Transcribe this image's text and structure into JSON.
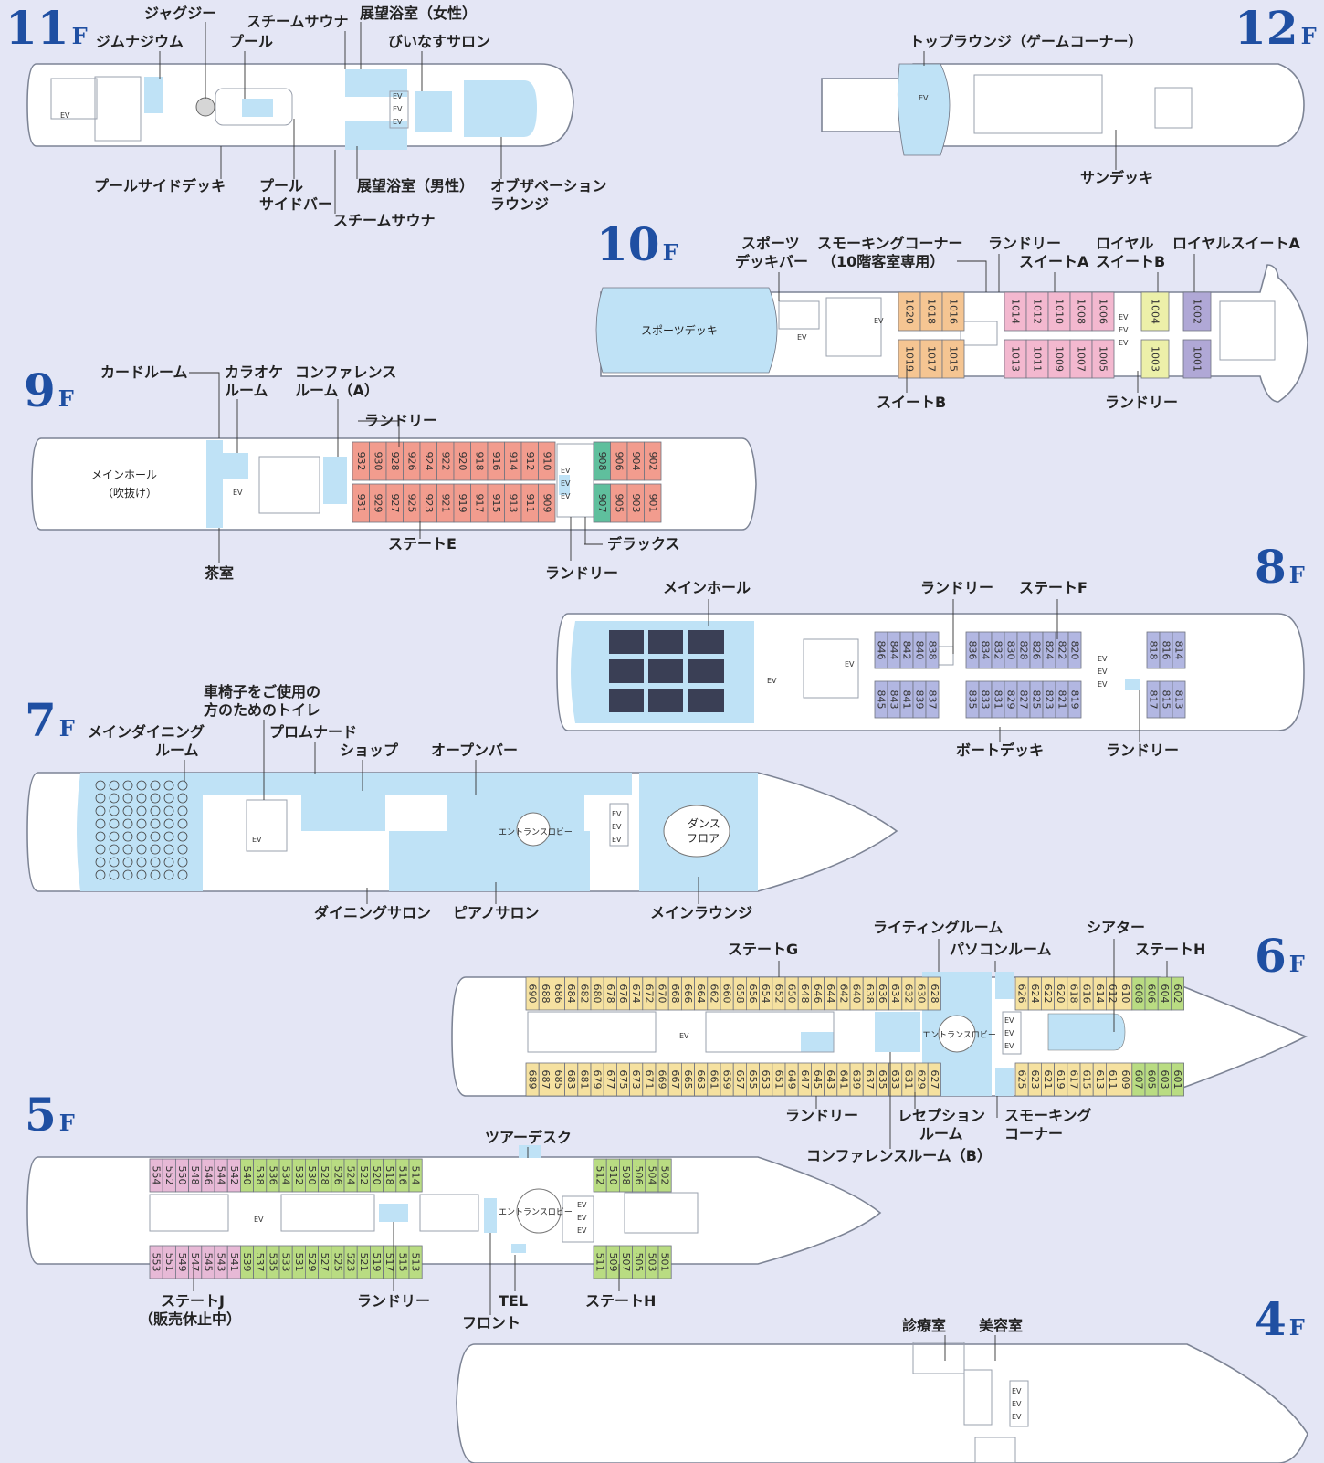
{
  "floors": [
    {
      "id": "11",
      "num": "11",
      "unit": "F",
      "labels": [
        {
          "t": "ジャグジー"
        },
        {
          "t": "ジムナジウム"
        },
        {
          "t": "プール"
        },
        {
          "t": "スチームサウナ"
        },
        {
          "t": "展望浴室（女性）"
        },
        {
          "t": "びいなすサロン"
        },
        {
          "t": "プールサイドデッキ"
        },
        {
          "t": "プール"
        },
        {
          "t": "サイドバー"
        },
        {
          "t": "展望浴室（男性）"
        },
        {
          "t": "スチームサウナ"
        },
        {
          "t": "オブザベーション"
        },
        {
          "t": "ラウンジ"
        }
      ]
    },
    {
      "id": "12",
      "num": "12",
      "unit": "F",
      "labels": [
        {
          "t": "トップラウンジ（ゲームコーナー）"
        },
        {
          "t": "サンデッキ"
        }
      ]
    },
    {
      "id": "10",
      "num": "10",
      "unit": "F",
      "labels": [
        {
          "t": "スポーツ"
        },
        {
          "t": "デッキバー"
        },
        {
          "t": "スモーキングコーナー"
        },
        {
          "t": "（10階客室専用）"
        },
        {
          "t": "ランドリー"
        },
        {
          "t": "スイートA"
        },
        {
          "t": "ロイヤル"
        },
        {
          "t": "スイートB"
        },
        {
          "t": "ロイヤルスイートA"
        },
        {
          "t": "スポーツデッキ"
        },
        {
          "t": "スイートB"
        },
        {
          "t": "ランドリー"
        }
      ]
    },
    {
      "id": "9",
      "num": "9",
      "unit": "F",
      "labels": [
        {
          "t": "カードルーム"
        },
        {
          "t": "カラオケ"
        },
        {
          "t": "ルーム"
        },
        {
          "t": "コンファレンス"
        },
        {
          "t": "ルーム（A）"
        },
        {
          "t": "ランドリー"
        },
        {
          "t": "メインホール"
        },
        {
          "t": "（吹抜け）"
        },
        {
          "t": "ステートE"
        },
        {
          "t": "デラックス"
        },
        {
          "t": "茶室"
        },
        {
          "t": "ランドリー"
        }
      ]
    },
    {
      "id": "8",
      "num": "8",
      "unit": "F",
      "labels": [
        {
          "t": "メインホール"
        },
        {
          "t": "ランドリー"
        },
        {
          "t": "ステートF"
        },
        {
          "t": "ボートデッキ"
        },
        {
          "t": "ランドリー"
        }
      ]
    },
    {
      "id": "7",
      "num": "7",
      "unit": "F",
      "labels": [
        {
          "t": "車椅子をご使用の"
        },
        {
          "t": "方のためのトイレ"
        },
        {
          "t": "メインダイニング"
        },
        {
          "t": "ルーム"
        },
        {
          "t": "プロムナード"
        },
        {
          "t": "ショップ"
        },
        {
          "t": "オープンバー"
        },
        {
          "t": "エントランスロビー"
        },
        {
          "t": "ダンス"
        },
        {
          "t": "フロア"
        },
        {
          "t": "ダイニングサロン"
        },
        {
          "t": "ピアノサロン"
        },
        {
          "t": "メインラウンジ"
        }
      ]
    },
    {
      "id": "6",
      "num": "6",
      "unit": "F",
      "labels": [
        {
          "t": "ライティングルーム"
        },
        {
          "t": "シアター"
        },
        {
          "t": "ステートG"
        },
        {
          "t": "パソコンルーム"
        },
        {
          "t": "ステートH"
        },
        {
          "t": "エントランスロビー"
        },
        {
          "t": "ランドリー"
        },
        {
          "t": "レセプション"
        },
        {
          "t": "ルーム"
        },
        {
          "t": "スモーキング"
        },
        {
          "t": "コーナー"
        },
        {
          "t": "コンファレンスルーム（B）"
        }
      ]
    },
    {
      "id": "5",
      "num": "5",
      "unit": "F",
      "labels": [
        {
          "t": "ツアーデスク"
        },
        {
          "t": "エントランスロビー"
        },
        {
          "t": "ステートJ"
        },
        {
          "t": "（販売休止中）"
        },
        {
          "t": "ランドリー"
        },
        {
          "t": "TEL"
        },
        {
          "t": "ステートH"
        },
        {
          "t": "フロント"
        }
      ]
    },
    {
      "id": "4",
      "num": "4",
      "unit": "F",
      "labels": [
        {
          "t": "診療室"
        },
        {
          "t": "美容室"
        }
      ]
    }
  ],
  "elevator_label": "EV",
  "cabins": {
    "c10": {
      "top": [
        "1020",
        "1018",
        "1016",
        "1014",
        "1012",
        "1010",
        "1008",
        "1006",
        "1004",
        "1002"
      ],
      "bot": [
        "1019",
        "1017",
        "1015",
        "1013",
        "1011",
        "1009",
        "1007",
        "1005",
        "1003",
        "1001"
      ]
    },
    "c9": {
      "top": [
        "932",
        "930",
        "928",
        "926",
        "924",
        "922",
        "920",
        "918",
        "916",
        "914",
        "912",
        "910",
        "908",
        "906",
        "904",
        "902"
      ],
      "bot": [
        "931",
        "929",
        "927",
        "925",
        "923",
        "921",
        "919",
        "917",
        "915",
        "913",
        "911",
        "909",
        "907",
        "905",
        "903",
        "901"
      ]
    },
    "c8": {
      "top": [
        "846",
        "844",
        "842",
        "840",
        "838",
        "836",
        "834",
        "832",
        "830",
        "828",
        "826",
        "824",
        "822",
        "820",
        "818",
        "816",
        "814"
      ],
      "bot": [
        "845",
        "843",
        "841",
        "839",
        "837",
        "835",
        "833",
        "831",
        "829",
        "827",
        "825",
        "823",
        "821",
        "819",
        "817",
        "815",
        "813"
      ]
    },
    "c6": {
      "top": [
        "690",
        "688",
        "686",
        "684",
        "682",
        "680",
        "678",
        "676",
        "674",
        "672",
        "670",
        "668",
        "666",
        "664",
        "662",
        "660",
        "658",
        "656",
        "654",
        "652",
        "650",
        "648",
        "646",
        "644",
        "642",
        "640",
        "638",
        "636",
        "634",
        "632",
        "630",
        "628",
        "626",
        "624",
        "622",
        "620",
        "618",
        "616",
        "614",
        "612",
        "610",
        "608",
        "606",
        "604",
        "602"
      ],
      "bot": [
        "689",
        "687",
        "685",
        "683",
        "681",
        "679",
        "677",
        "675",
        "673",
        "671",
        "669",
        "667",
        "665",
        "663",
        "661",
        "659",
        "657",
        "655",
        "653",
        "651",
        "649",
        "647",
        "645",
        "643",
        "641",
        "639",
        "637",
        "635",
        "633",
        "631",
        "629",
        "627",
        "625",
        "623",
        "621",
        "619",
        "617",
        "615",
        "613",
        "611",
        "609",
        "607",
        "605",
        "603",
        "601"
      ]
    },
    "c5": {
      "top": [
        "554",
        "552",
        "550",
        "548",
        "546",
        "544",
        "542",
        "540",
        "538",
        "536",
        "534",
        "532",
        "530",
        "528",
        "526",
        "524",
        "522",
        "520",
        "518",
        "516",
        "514",
        "512",
        "510",
        "508",
        "506",
        "504",
        "502"
      ],
      "bot": [
        "553",
        "551",
        "549",
        "547",
        "545",
        "543",
        "541",
        "539",
        "537",
        "535",
        "533",
        "531",
        "529",
        "527",
        "525",
        "523",
        "521",
        "519",
        "517",
        "515",
        "513",
        "511",
        "509",
        "507",
        "505",
        "503",
        "501"
      ]
    }
  },
  "colors": {
    "background": "#e4e6f5",
    "floor_number": "#1f4fa2",
    "public_area": "#bfe2f6",
    "suite_a": "#f3b8cf",
    "royal_suite_b": "#ecf0a9",
    "royal_suite_a": "#b0a8d6",
    "suite_b": "#f5c592",
    "state_e": "#f29c8e",
    "deluxe": "#5fbf9d",
    "state_f": "#b2b7e2",
    "state_g": "#f5e1a0",
    "state_h": "#b9dc82",
    "state_j": "#e7b9d6"
  }
}
